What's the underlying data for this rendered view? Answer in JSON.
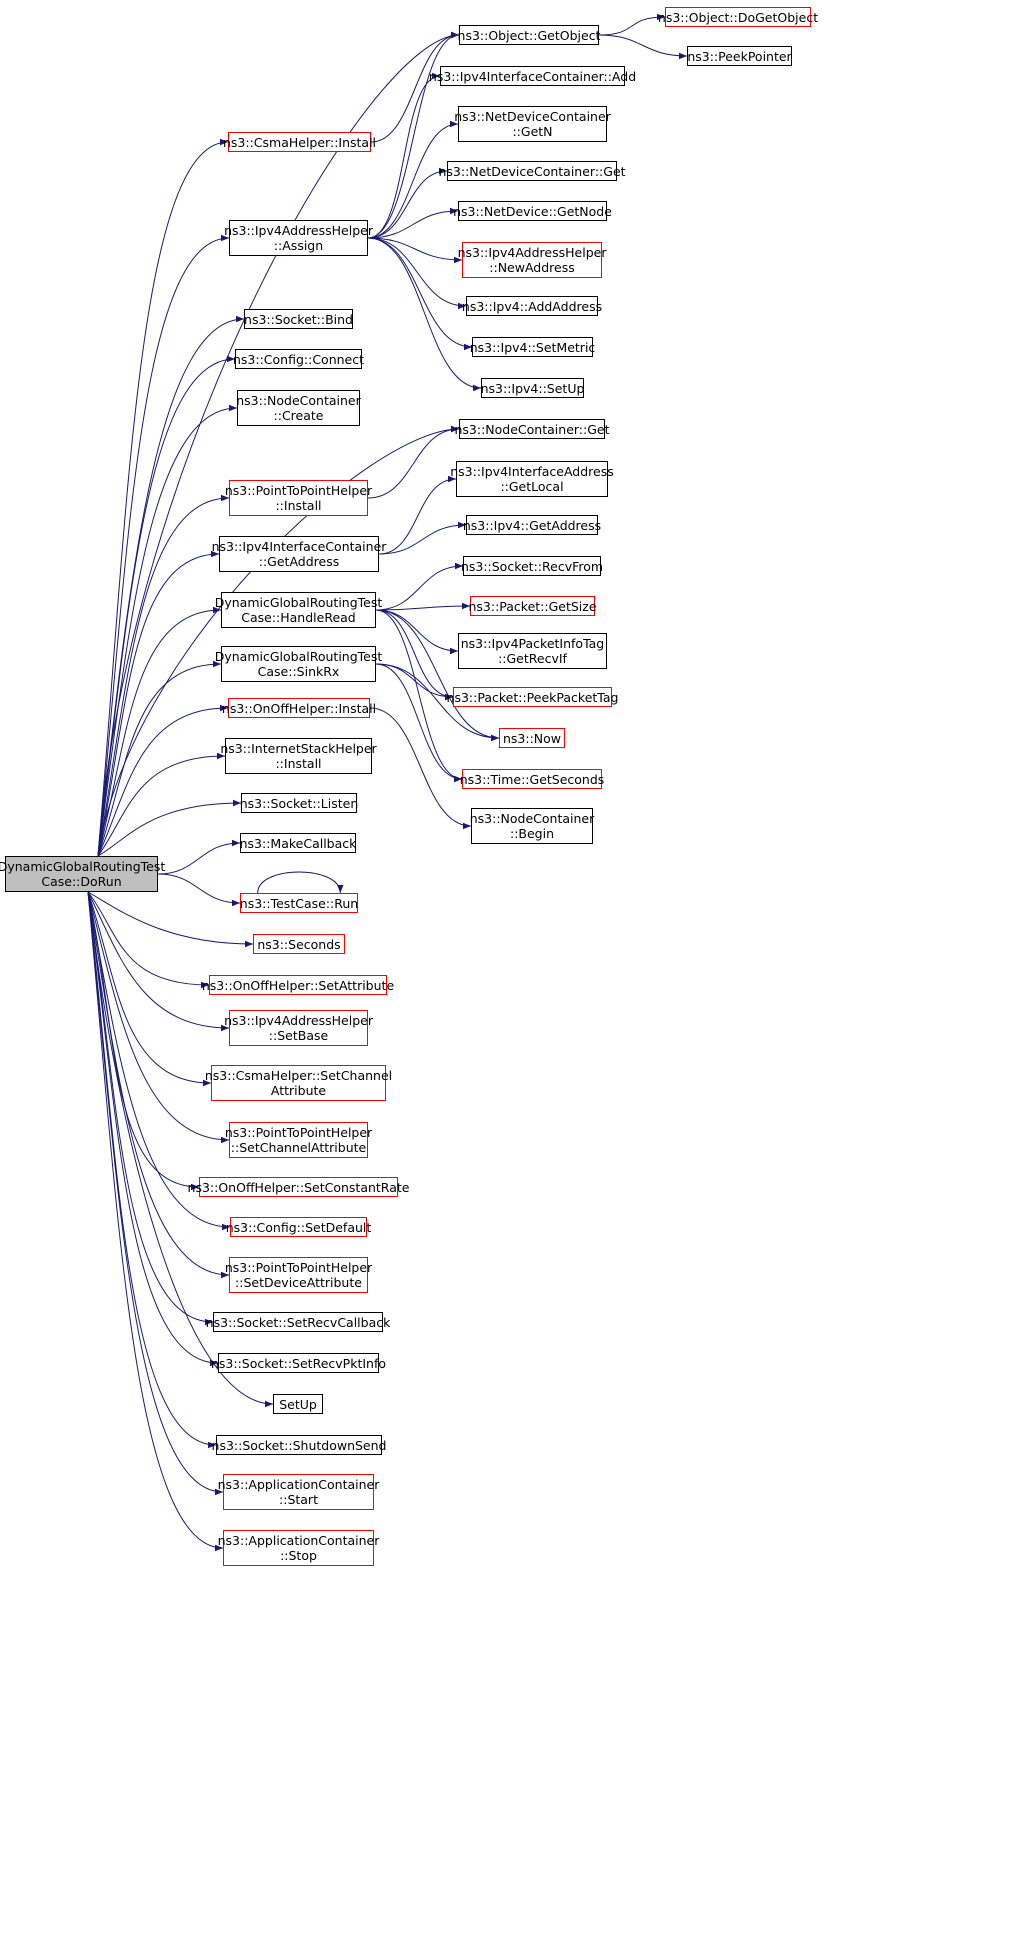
{
  "colors": {
    "edge": "#191970",
    "link_border": "#ff0000",
    "plain_border": "#000000",
    "root_fill": "#bfbfbf"
  },
  "nodes": [
    {
      "id": "root",
      "lines": [
        "DynamicGlobalRoutingTest",
        "Case::DoRun"
      ],
      "style": "root"
    },
    {
      "id": "obj_get",
      "lines": [
        "ns3::Object::GetObject"
      ],
      "style": "plain"
    },
    {
      "id": "obj_doget",
      "lines": [
        "ns3::Object::DoGetObject"
      ],
      "style": "red"
    },
    {
      "id": "peekptr",
      "lines": [
        "ns3::PeekPointer"
      ],
      "style": "plain"
    },
    {
      "id": "ipv4ic_add",
      "lines": [
        "ns3::Ipv4InterfaceContainer::Add"
      ],
      "style": "plain"
    },
    {
      "id": "csma_install",
      "lines": [
        "ns3::CsmaHelper::Install"
      ],
      "style": "red"
    },
    {
      "id": "ndc_getn",
      "lines": [
        "ns3::NetDeviceContainer",
        "::GetN"
      ],
      "style": "plain"
    },
    {
      "id": "ndc_get",
      "lines": [
        "ns3::NetDeviceContainer::Get"
      ],
      "style": "plain"
    },
    {
      "id": "nd_getnode",
      "lines": [
        "ns3::NetDevice::GetNode"
      ],
      "style": "plain"
    },
    {
      "id": "ipv4ah_assign",
      "lines": [
        "ns3::Ipv4AddressHelper",
        "::Assign"
      ],
      "style": "plain"
    },
    {
      "id": "ipv4ah_newaddr",
      "lines": [
        "ns3::Ipv4AddressHelper",
        "::NewAddress"
      ],
      "style": "red"
    },
    {
      "id": "ipv4_addaddr",
      "lines": [
        "ns3::Ipv4::AddAddress"
      ],
      "style": "plain"
    },
    {
      "id": "socket_bind",
      "lines": [
        "ns3::Socket::Bind"
      ],
      "style": "plain"
    },
    {
      "id": "ipv4_setmetric",
      "lines": [
        "ns3::Ipv4::SetMetric"
      ],
      "style": "plain"
    },
    {
      "id": "config_connect",
      "lines": [
        "ns3::Config::Connect"
      ],
      "style": "plain"
    },
    {
      "id": "ipv4_setup",
      "lines": [
        "ns3::Ipv4::SetUp"
      ],
      "style": "plain"
    },
    {
      "id": "nc_create",
      "lines": [
        "ns3::NodeContainer",
        "::Create"
      ],
      "style": "plain"
    },
    {
      "id": "nc_get",
      "lines": [
        "ns3::NodeContainer::Get"
      ],
      "style": "plain"
    },
    {
      "id": "p2p_install",
      "lines": [
        "ns3::PointToPointHelper",
        "::Install"
      ],
      "style": "red"
    },
    {
      "id": "ipv4ia_getlocal",
      "lines": [
        "ns3::Ipv4InterfaceAddress",
        "::GetLocal"
      ],
      "style": "plain"
    },
    {
      "id": "ipv4ic_getaddr",
      "lines": [
        "ns3::Ipv4InterfaceContainer",
        "::GetAddress"
      ],
      "style": "plain"
    },
    {
      "id": "ipv4_getaddr",
      "lines": [
        "ns3::Ipv4::GetAddress"
      ],
      "style": "plain"
    },
    {
      "id": "socket_recvfrom",
      "lines": [
        "ns3::Socket::RecvFrom"
      ],
      "style": "plain"
    },
    {
      "id": "handleread",
      "lines": [
        "DynamicGlobalRoutingTest",
        "Case::HandleRead"
      ],
      "style": "plain"
    },
    {
      "id": "packet_getsize",
      "lines": [
        "ns3::Packet::GetSize"
      ],
      "style": "red"
    },
    {
      "id": "ipv4pit_getrecvif",
      "lines": [
        "ns3::Ipv4PacketInfoTag",
        "::GetRecvIf"
      ],
      "style": "plain"
    },
    {
      "id": "sinkrx",
      "lines": [
        "DynamicGlobalRoutingTest",
        "Case::SinkRx"
      ],
      "style": "plain"
    },
    {
      "id": "packet_peektag",
      "lines": [
        "ns3::Packet::PeekPacketTag"
      ],
      "style": "red"
    },
    {
      "id": "onoff_install",
      "lines": [
        "ns3::OnOffHelper::Install"
      ],
      "style": "red"
    },
    {
      "id": "now",
      "lines": [
        "ns3::Now"
      ],
      "style": "red"
    },
    {
      "id": "ish_install",
      "lines": [
        "ns3::InternetStackHelper",
        "::Install"
      ],
      "style": "plain"
    },
    {
      "id": "time_getsec",
      "lines": [
        "ns3::Time::GetSeconds"
      ],
      "style": "red"
    },
    {
      "id": "socket_listen",
      "lines": [
        "ns3::Socket::Listen"
      ],
      "style": "plain"
    },
    {
      "id": "nc_begin",
      "lines": [
        "ns3::NodeContainer",
        "::Begin"
      ],
      "style": "plain"
    },
    {
      "id": "makecallback",
      "lines": [
        "ns3::MakeCallback"
      ],
      "style": "plain"
    },
    {
      "id": "testcase_run",
      "lines": [
        "ns3::TestCase::Run"
      ],
      "style": "red"
    },
    {
      "id": "seconds",
      "lines": [
        "ns3::Seconds"
      ],
      "style": "red"
    },
    {
      "id": "onoff_setattr",
      "lines": [
        "ns3::OnOffHelper::SetAttribute"
      ],
      "style": "red"
    },
    {
      "id": "ipv4ah_setbase",
      "lines": [
        "ns3::Ipv4AddressHelper",
        "::SetBase"
      ],
      "style": "red"
    },
    {
      "id": "csma_setchattr",
      "lines": [
        "ns3::CsmaHelper::SetChannel",
        "Attribute"
      ],
      "style": "red"
    },
    {
      "id": "p2p_setchattr",
      "lines": [
        "ns3::PointToPointHelper",
        "::SetChannelAttribute"
      ],
      "style": "red"
    },
    {
      "id": "onoff_setrate",
      "lines": [
        "ns3::OnOffHelper::SetConstantRate"
      ],
      "style": "red"
    },
    {
      "id": "config_setdefault",
      "lines": [
        "ns3::Config::SetDefault"
      ],
      "style": "red"
    },
    {
      "id": "p2p_setdevattr",
      "lines": [
        "ns3::PointToPointHelper",
        "::SetDeviceAttribute"
      ],
      "style": "red"
    },
    {
      "id": "socket_setrecvcb",
      "lines": [
        "ns3::Socket::SetRecvCallback"
      ],
      "style": "plain"
    },
    {
      "id": "socket_setrecvpkt",
      "lines": [
        "ns3::Socket::SetRecvPktInfo"
      ],
      "style": "plain"
    },
    {
      "id": "setup",
      "lines": [
        "SetUp"
      ],
      "style": "plain"
    },
    {
      "id": "socket_shutdown",
      "lines": [
        "ns3::Socket::ShutdownSend"
      ],
      "style": "plain"
    },
    {
      "id": "appc_start",
      "lines": [
        "ns3::ApplicationContainer",
        "::Start"
      ],
      "style": "red"
    },
    {
      "id": "appc_stop",
      "lines": [
        "ns3::ApplicationContainer",
        "::Stop"
      ],
      "style": "red"
    }
  ],
  "edges": [
    [
      "root",
      "obj_get"
    ],
    [
      "root",
      "csma_install"
    ],
    [
      "root",
      "ipv4ah_assign"
    ],
    [
      "root",
      "socket_bind"
    ],
    [
      "root",
      "config_connect"
    ],
    [
      "root",
      "nc_create"
    ],
    [
      "root",
      "nc_get"
    ],
    [
      "root",
      "p2p_install"
    ],
    [
      "root",
      "ipv4ic_getaddr"
    ],
    [
      "root",
      "handleread"
    ],
    [
      "root",
      "sinkrx"
    ],
    [
      "root",
      "onoff_install"
    ],
    [
      "root",
      "ish_install"
    ],
    [
      "root",
      "socket_listen"
    ],
    [
      "root",
      "makecallback"
    ],
    [
      "root",
      "testcase_run"
    ],
    [
      "root",
      "seconds"
    ],
    [
      "root",
      "onoff_setattr"
    ],
    [
      "root",
      "ipv4ah_setbase"
    ],
    [
      "root",
      "csma_setchattr"
    ],
    [
      "root",
      "p2p_setchattr"
    ],
    [
      "root",
      "onoff_setrate"
    ],
    [
      "root",
      "config_setdefault"
    ],
    [
      "root",
      "p2p_setdevattr"
    ],
    [
      "root",
      "socket_setrecvcb"
    ],
    [
      "root",
      "socket_setrecvpkt"
    ],
    [
      "root",
      "setup"
    ],
    [
      "root",
      "socket_shutdown"
    ],
    [
      "root",
      "appc_start"
    ],
    [
      "root",
      "appc_stop"
    ],
    [
      "obj_get",
      "obj_doget"
    ],
    [
      "obj_get",
      "peekptr"
    ],
    [
      "csma_install",
      "obj_get"
    ],
    [
      "ipv4ah_assign",
      "obj_get"
    ],
    [
      "ipv4ah_assign",
      "ipv4ic_add"
    ],
    [
      "ipv4ah_assign",
      "ndc_getn"
    ],
    [
      "ipv4ah_assign",
      "ndc_get"
    ],
    [
      "ipv4ah_assign",
      "nd_getnode"
    ],
    [
      "ipv4ah_assign",
      "ipv4ah_newaddr"
    ],
    [
      "ipv4ah_assign",
      "ipv4_addaddr"
    ],
    [
      "ipv4ah_assign",
      "ipv4_setmetric"
    ],
    [
      "ipv4ah_assign",
      "ipv4_setup"
    ],
    [
      "p2p_install",
      "nc_get"
    ],
    [
      "ipv4ic_getaddr",
      "ipv4ia_getlocal"
    ],
    [
      "ipv4ic_getaddr",
      "ipv4_getaddr"
    ],
    [
      "handleread",
      "socket_recvfrom"
    ],
    [
      "handleread",
      "packet_getsize"
    ],
    [
      "handleread",
      "ipv4pit_getrecvif"
    ],
    [
      "handleread",
      "packet_peektag"
    ],
    [
      "handleread",
      "now"
    ],
    [
      "handleread",
      "time_getsec"
    ],
    [
      "sinkrx",
      "packet_peektag"
    ],
    [
      "sinkrx",
      "now"
    ],
    [
      "sinkrx",
      "time_getsec"
    ],
    [
      "onoff_install",
      "nc_begin"
    ],
    [
      "testcase_run",
      "testcase_run"
    ]
  ]
}
